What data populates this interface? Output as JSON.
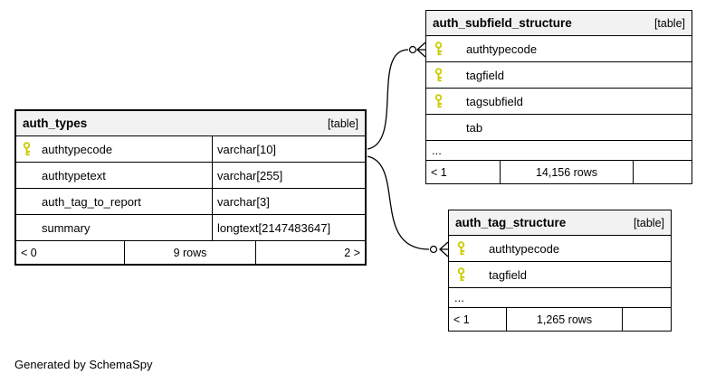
{
  "page": {
    "generated_by": "Generated by SchemaSpy"
  },
  "colors": {
    "border": "#000000",
    "header_bg": "#f2f2f2",
    "key_icon": "#cccc00",
    "background": "#ffffff"
  },
  "tables": {
    "auth_types": {
      "title": "auth_types",
      "badge": "[table]",
      "columns": [
        {
          "name": "authtypecode",
          "type": "varchar[10]",
          "primary_key": true
        },
        {
          "name": "authtypetext",
          "type": "varchar[255]",
          "primary_key": false
        },
        {
          "name": "auth_tag_to_report",
          "type": "varchar[3]",
          "primary_key": false
        },
        {
          "name": "summary",
          "type": "longtext[2147483647]",
          "primary_key": false
        }
      ],
      "footer": {
        "left": "< 0",
        "center": "9 rows",
        "right": "2 >"
      }
    },
    "auth_subfield_structure": {
      "title": "auth_subfield_structure",
      "badge": "[table]",
      "columns": [
        {
          "name": "authtypecode",
          "primary_key": true
        },
        {
          "name": "tagfield",
          "primary_key": true
        },
        {
          "name": "tagsubfield",
          "primary_key": true
        },
        {
          "name": "tab",
          "primary_key": false
        }
      ],
      "ellipsis": "...",
      "footer": {
        "left": "< 1",
        "center": "14,156 rows",
        "right": ""
      }
    },
    "auth_tag_structure": {
      "title": "auth_tag_structure",
      "badge": "[table]",
      "columns": [
        {
          "name": "authtypecode",
          "primary_key": true
        },
        {
          "name": "tagfield",
          "primary_key": true
        }
      ],
      "ellipsis": "...",
      "footer": {
        "left": "< 1",
        "center": "1,265 rows",
        "right": ""
      }
    }
  },
  "relationships": [
    {
      "from": "auth_types.authtypecode",
      "to": "auth_subfield_structure.authtypecode"
    },
    {
      "from": "auth_types.authtypecode",
      "to": "auth_tag_structure.authtypecode"
    }
  ]
}
